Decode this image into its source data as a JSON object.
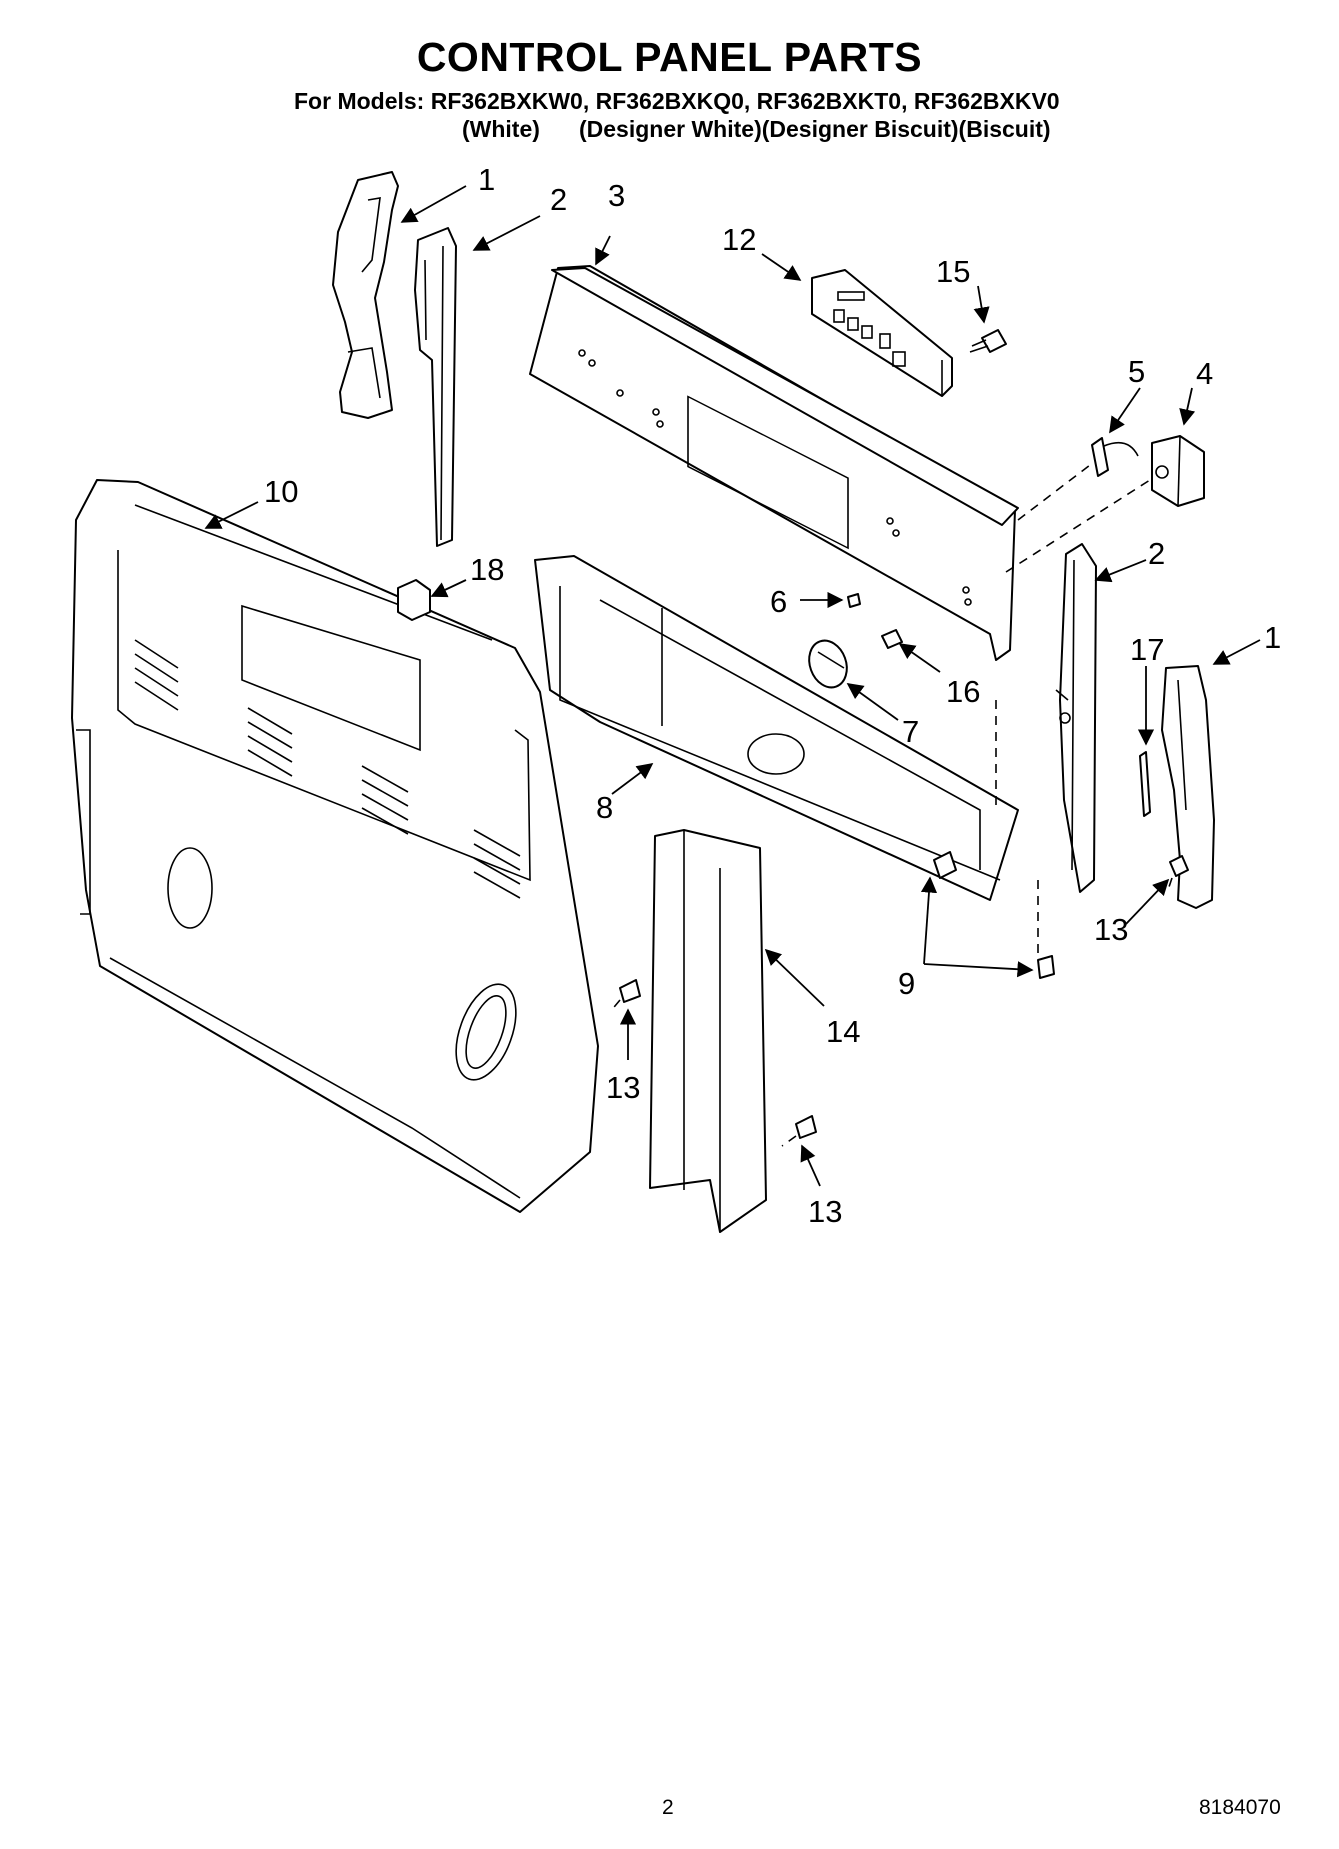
{
  "header": {
    "title": "CONTROL PANEL PARTS",
    "models_line": "For Models: RF362BXKW0, RF362BXKQ0, RF362BXKT0, RF362BXKV0",
    "colors": [
      "(White)",
      "(Designer White)(Designer Biscuit)(Biscuit)"
    ]
  },
  "diagram": {
    "callouts": [
      "1",
      "2",
      "3",
      "12",
      "15",
      "5",
      "4",
      "10",
      "18",
      "6",
      "2",
      "16",
      "17",
      "1",
      "7",
      "8",
      "13",
      "9",
      "14",
      "13",
      "13"
    ]
  },
  "footer": {
    "page_number": "2",
    "document_number": "8184070"
  }
}
